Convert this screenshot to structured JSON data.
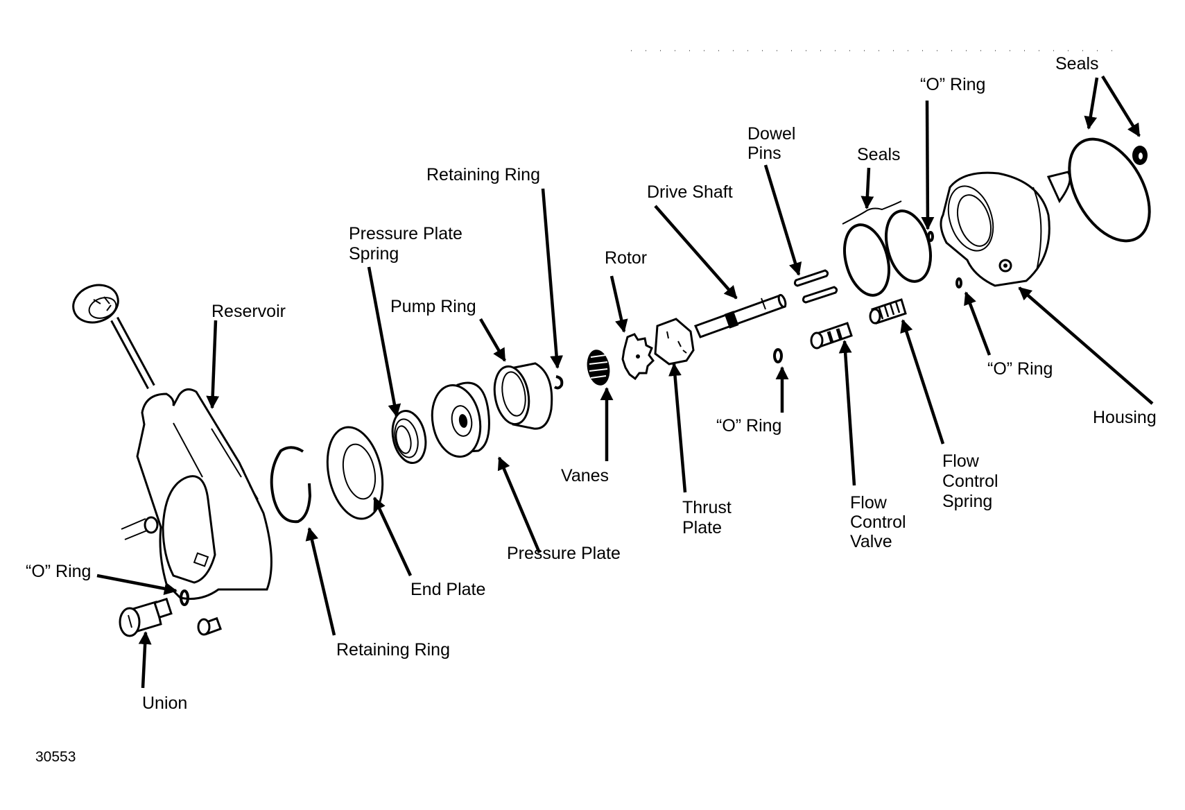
{
  "diagram": {
    "title": "Power Steering Pump Exploded View",
    "figure_number": "30553",
    "labels": {
      "reservoir": "Reservoir",
      "o_ring_union": "“O” Ring",
      "union": "Union",
      "retaining_ring_lower": "Retaining Ring",
      "end_plate": "End Plate",
      "pressure_plate_spring_1": "Pressure Plate",
      "pressure_plate_spring_2": "Spring",
      "pump_ring": "Pump Ring",
      "pressure_plate": "Pressure Plate",
      "retaining_ring_upper": "Retaining Ring",
      "vanes": "Vanes",
      "rotor": "Rotor",
      "thrust_plate_1": "Thrust",
      "thrust_plate_2": "Plate",
      "drive_shaft": "Drive Shaft",
      "dowel_pins_1": "Dowel",
      "dowel_pins_2": "Pins",
      "o_ring_center": "“O” Ring",
      "flow_control_valve_1": "Flow",
      "flow_control_valve_2": "Control",
      "flow_control_valve_3": "Valve",
      "seals_center": "Seals",
      "flow_control_spring_1": "Flow",
      "flow_control_spring_2": "Control",
      "flow_control_spring_3": "Spring",
      "o_ring_top": "“O” Ring",
      "o_ring_housing": "“O” Ring",
      "housing": "Housing",
      "seals_right": "Seals"
    }
  }
}
